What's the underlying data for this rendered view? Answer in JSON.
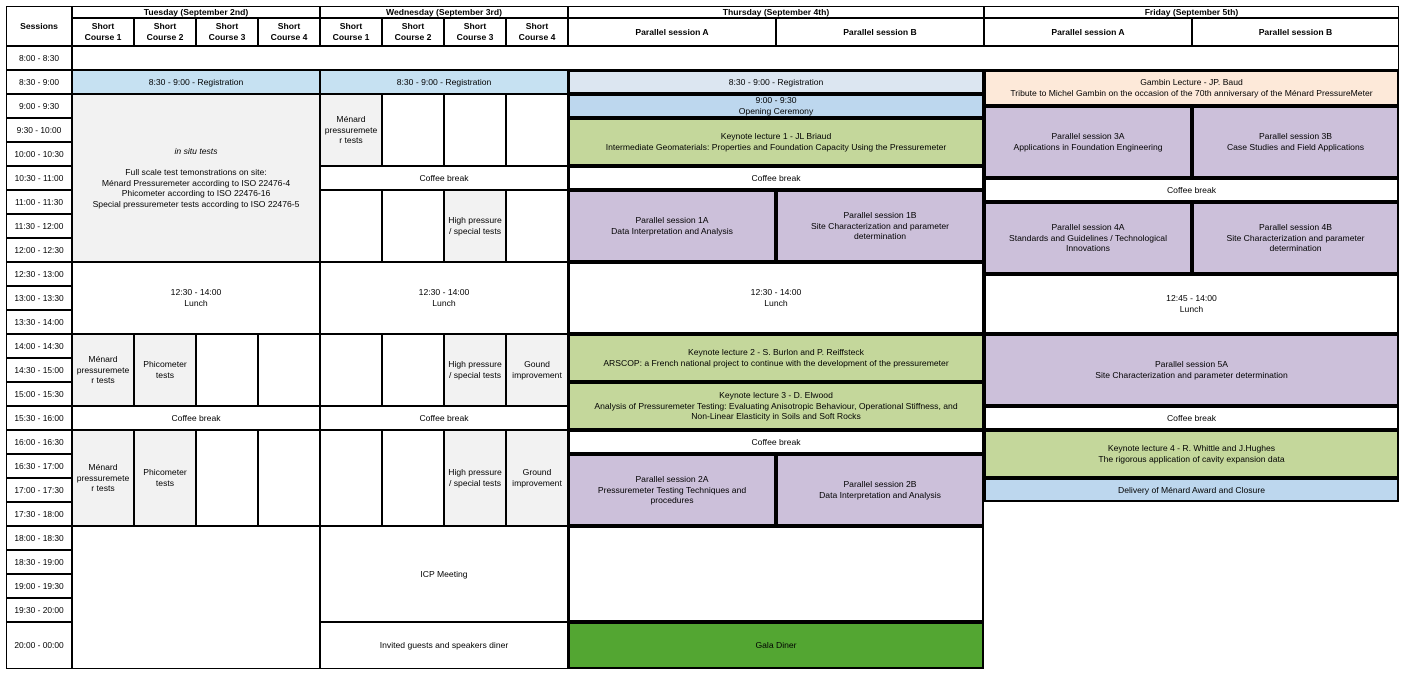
{
  "header": {
    "sessions_label": "Sessions",
    "days": [
      {
        "name": "Tuesday (September 2nd)",
        "columns": [
          "Short\nCourse 1",
          "Short\nCourse 2",
          "Short\nCourse 3",
          "Short\nCourse 4"
        ]
      },
      {
        "name": "Wednesday (September 3rd)",
        "columns": [
          "Short\nCourse 1",
          "Short\nCourse 2",
          "Short\nCourse 3",
          "Short\nCourse 4"
        ]
      },
      {
        "name": "Thursday (September 4th)",
        "columns": [
          "Parallel session A",
          "Parallel session B"
        ]
      },
      {
        "name": "Friday (September 5th)",
        "columns": [
          "Parallel session A",
          "Parallel session B"
        ]
      }
    ]
  },
  "times": [
    "8:00 - 8:30",
    "8:30 - 9:00",
    "9:00 - 9:30",
    "9:30 - 10:00",
    "10:00 - 10:30",
    "10:30 - 11:00",
    "11:00 - 11:30",
    "11:30 - 12:00",
    "12:00 - 12:30",
    "12:30 - 13:00",
    "13:00 - 13:30",
    "13:30 - 14:00",
    "14:00 - 14:30",
    "14:30 - 15:00",
    "15:00 - 15:30",
    "15:30 - 16:00",
    "16:00 - 16:30",
    "16:30 - 17:00",
    "17:00 - 17:30",
    "17:30 - 18:00",
    "18:00 - 18:30",
    "18:30 - 19:00",
    "19:00 - 19:30",
    "19:30 - 20:00",
    "20:00 - 00:00"
  ],
  "colors": {
    "registration_blue": "#c6e1f2",
    "registration_thursday": "#dce6f1",
    "opening_blue": "#bdd7ee",
    "keynote_green": "#c4d79b",
    "gala_green": "#53a632",
    "parallel_purple": "#ccc0da",
    "gambin_peach": "#fde9d9",
    "course_grey": "#f2f2f2"
  },
  "events": {
    "tue_registration": "8:30 - 9:00 - Registration",
    "tue_insitu_title": "in situ  tests",
    "tue_insitu_body": "Full scale test temonstrations on site:\nMénard Pressuremeter according to ISO 22476-4\nPhicometer according to ISO 22476-16\nSpecial pressuremeter tests according to ISO 22476-5",
    "tue_lunch": "12:30 - 14:00\nLunch",
    "tue_pm1_c1": "Ménard\npressuremete\nr tests",
    "tue_pm1_c2": "Phicometer\ntests",
    "tue_coffee_pm": "Coffee break",
    "tue_pm2_c1": "Ménard\npressuremete\nr tests",
    "tue_pm2_c2": "Phicometer\ntests",
    "wed_registration": "8:30 - 9:00 - Registration",
    "wed_am_c1": "Ménard\npressuremete\nr tests",
    "wed_coffee_am": "Coffee break",
    "wed_am2_c3": "High pressure\n/ special tests",
    "wed_lunch": "12:30 - 14:00\nLunch",
    "wed_pm1_c3": "High pressure\n/ special tests",
    "wed_pm1_c4": "Gound\nimprovement",
    "wed_coffee_pm": "Coffee break",
    "wed_pm2_c3": "High pressure\n/ special tests",
    "wed_pm2_c4": "Ground\nimprovement",
    "wed_icp": "ICP Meeting",
    "wed_dinner": "Invited guests and speakers diner",
    "thu_registration": "8:30 - 9:00 - Registration",
    "thu_opening": "9:00 - 9:30\nOpening Ceremony",
    "thu_keynote1": "Keynote lecture  1 - JL Briaud\nIntermediate Geomaterials: Properties and Foundation Capacity Using the Pressuremeter",
    "thu_coffee_am": "Coffee break",
    "thu_ps1a": "Parallel session 1A\nData Interpretation and Analysis",
    "thu_ps1b": "Parallel session 1B\nSite Characterization and parameter\ndetermination",
    "thu_lunch": "12:30 - 14:00\nLunch",
    "thu_keynote2": "Keynote lecture 2 - S. Burlon and P. Reiffsteck\nARSCOP: a French national project to continue with the development of the pressuremeter",
    "thu_keynote3": "Keynote lecture  3 - D. Elwood\nAnalysis of Pressuremeter Testing: Evaluating Anisotropic Behaviour, Operational Stiffness, and\nNon-Linear Elasticity in Soils and Soft Rocks",
    "thu_coffee_pm": "Coffee break",
    "thu_ps2a": "Parallel session 2A\nPressuremeter Testing Techniques and\nprocedures",
    "thu_ps2b": "Parallel session 2B\nData Interpretation and Analysis",
    "thu_gala": "Gala Diner",
    "fri_gambin": "Gambin Lecture - JP. Baud\nTribute to Michel Gambin on the occasion of the 70th anniversary of the Ménard PressureMeter",
    "fri_ps3a": "Parallel session 3A\nApplications in Foundation Engineering",
    "fri_ps3b": "Parallel session 3B\nCase Studies and Field Applications",
    "fri_coffee_am": "Coffee break",
    "fri_ps4a": "Parallel session 4A\nStandards and Guidelines / Technological\nInnovations",
    "fri_ps4b": "Parallel session 4B\nSite Characterization and parameter\ndetermination",
    "fri_lunch": "12:45 - 14:00\nLunch",
    "fri_ps5a": "Parallel session 5A\nSite Characterization and parameter determination",
    "fri_coffee_pm": "Coffee break",
    "fri_keynote4": "Keynote lecture  4 - R. Whittle and J.Hughes\nThe rigorous application of cavity expansion data",
    "fri_closure": "Delivery of Ménard Award and Closure"
  }
}
